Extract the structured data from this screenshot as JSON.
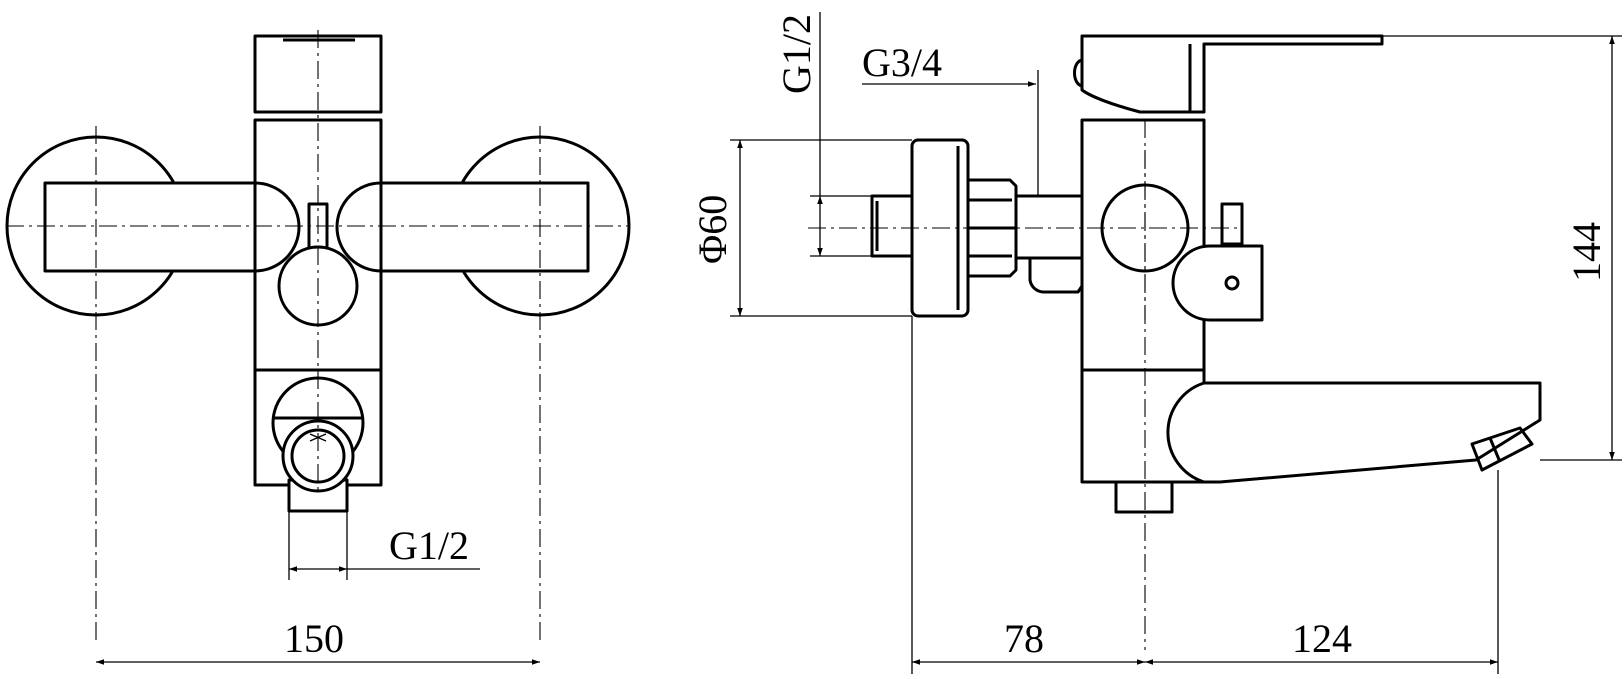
{
  "dimensions": {
    "front_width": "150",
    "front_thread": "G1/2",
    "side_inlet_thread": "G1/2",
    "side_outlet_thread": "G3/4",
    "flange_diameter": "Φ60",
    "wall_to_center": "78",
    "center_to_spout": "124",
    "overall_height": "144"
  }
}
